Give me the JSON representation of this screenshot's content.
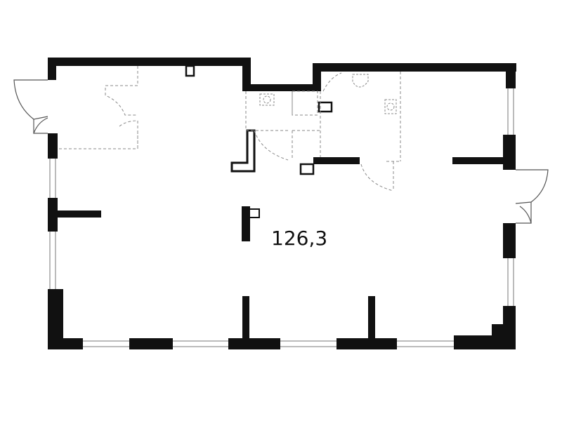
{
  "floor_plan": {
    "area_label": "126,3",
    "colors": {
      "wall": "#111111",
      "partition": "#888888",
      "window_frame": "#777777",
      "background": "#ffffff"
    },
    "elements": {
      "doors": [
        "entrance-door-left",
        "entrance-door-right"
      ],
      "sanitary": [
        "toilet-icon",
        "sink-icon",
        "bathtub-icon"
      ],
      "walls": [
        "exterior-walls",
        "interior-wall-stubs",
        "column-pillar"
      ],
      "openings": [
        "window-bottom",
        "window-left",
        "window-right"
      ]
    }
  }
}
